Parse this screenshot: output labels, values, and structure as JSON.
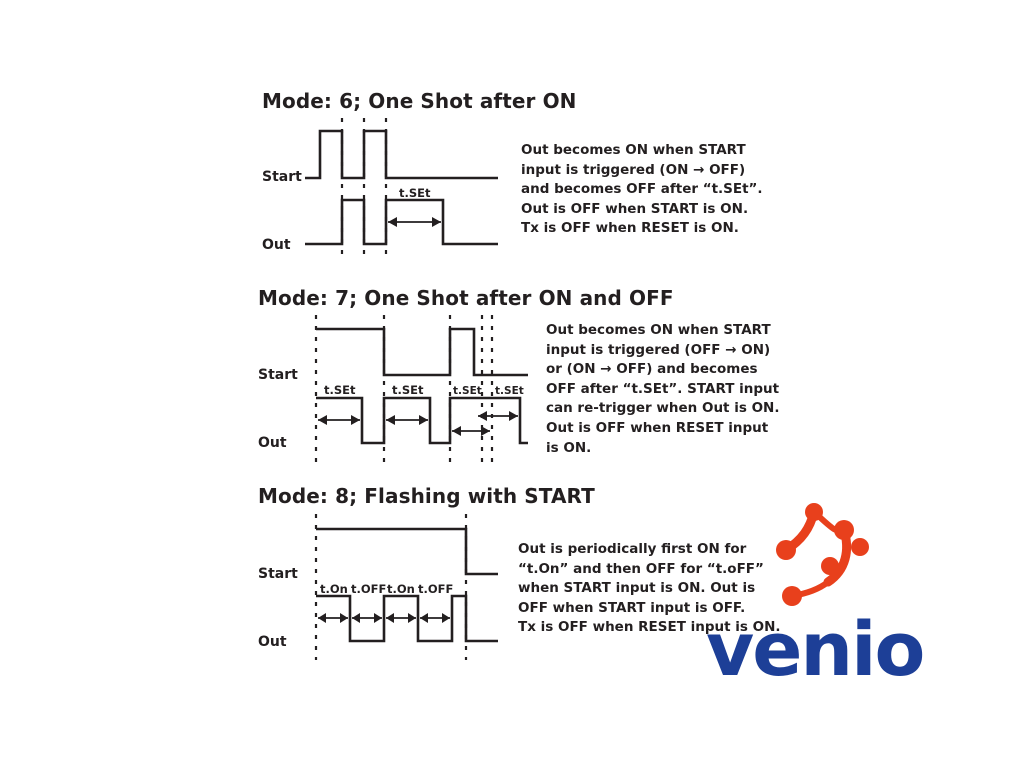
{
  "modes": [
    {
      "title": "Mode: 6; One Shot after ON",
      "start_label": "Start",
      "out_label": "Out",
      "timing_labels": [
        "t.SEt"
      ],
      "description": [
        "Out becomes ON when START",
        "input is triggered (ON → OFF)",
        "and becomes OFF after “t.SEt”.",
        "Out is OFF when START is ON.",
        "Tx is OFF when RESET  is ON."
      ]
    },
    {
      "title": "Mode: 7; One Shot after ON and OFF",
      "start_label": "Start",
      "out_label": "Out",
      "timing_labels": [
        "t.SEt",
        "t.SEt",
        "t.SEt",
        "t.SEt"
      ],
      "description": [
        "Out becomes ON when START",
        "input is triggered (OFF → ON)",
        "or (ON → OFF) and becomes",
        "OFF after “t.SEt”. START input",
        "can re-trigger when Out is ON.",
        "Out is OFF when RESET input",
        "is ON."
      ]
    },
    {
      "title": "Mode: 8; Flashing with START",
      "start_label": "Start",
      "out_label": "Out",
      "timing_labels": [
        "t.On",
        "t.OFF",
        "t.On",
        "t.OFF"
      ],
      "description": [
        "Out is periodically first ON for",
        "“t.On” and then OFF for “t.oFF”",
        "when START input is ON. Out is",
        "OFF when START input is OFF.",
        "Tx is OFF when RESET input is ON."
      ]
    }
  ],
  "logo": {
    "text": "venio",
    "icon": "molecule-icon",
    "mark_color": "#e8401c",
    "text_color": "#1d3f97"
  }
}
